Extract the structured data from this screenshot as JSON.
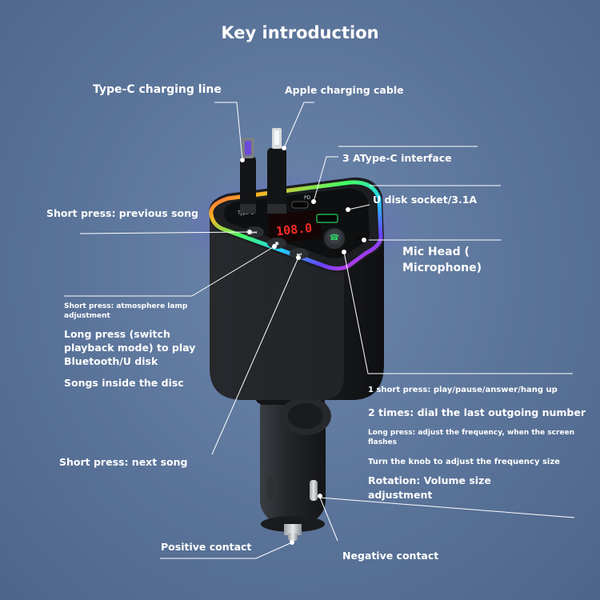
{
  "title": "Key introduction",
  "labels": {
    "type_c_line": "Type-C charging line",
    "apple_cable": "Apple charging cable",
    "type_c_interface": "3 AType-C interface",
    "usb_socket": "U disk socket/3.1A",
    "prev_song": "Short press: previous song",
    "mic_head_1": "Mic Head (",
    "mic_head_2": "Microphone)",
    "lamp_1": "Short press: atmosphere lamp",
    "lamp_2": "adjustment",
    "long_press_1": "Long press (switch",
    "long_press_2": "playback mode) to play",
    "long_press_3": "Bluetooth/U disk",
    "songs_disc": "Songs inside the disc",
    "knob_1": "1 short press: play/pause/answer/hang up",
    "knob_2": "2 times: dial the last outgoing number",
    "knob_long_1": "Long press: adjust the frequency, when the screen",
    "knob_long_2": "flashes",
    "knob_turn": "Turn the knob to adjust the frequency size",
    "rotation_1": "Rotation: Volume size",
    "rotation_2": "adjustment",
    "next_song": "Short press: next song",
    "positive": "Positive contact",
    "negative": "Negative contact"
  },
  "device": {
    "display": "108.0",
    "port_label_left": "Type-C",
    "port_label_right": "PD"
  },
  "colors": {
    "background": "#5a7399",
    "text": "#ffffff",
    "device_body": "#1e2023",
    "display_red": "#ff2a2a",
    "led_ring": "rainbow"
  }
}
